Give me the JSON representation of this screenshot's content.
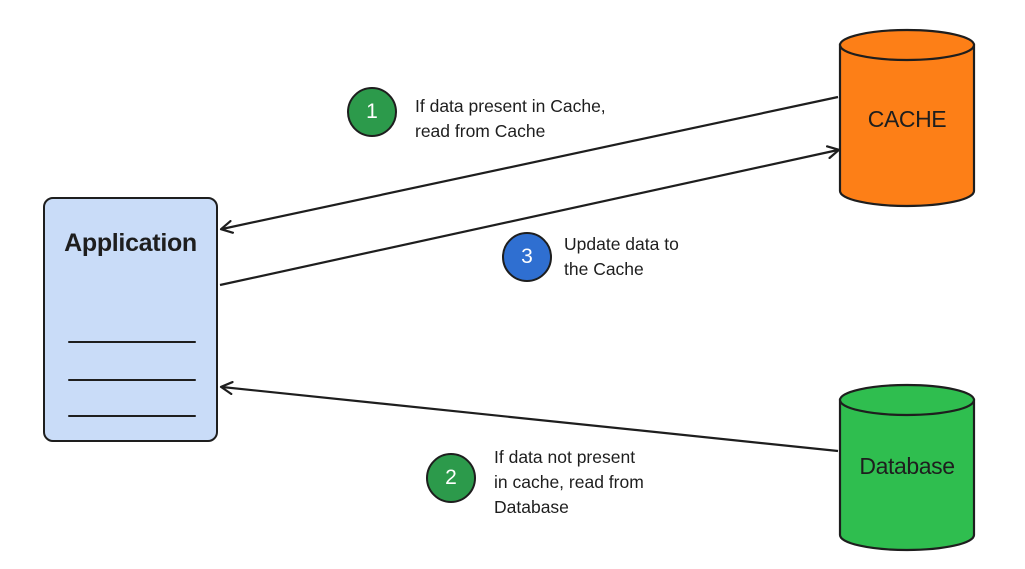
{
  "nodes": {
    "application": {
      "label": "Application",
      "fill": "#c9dcf8"
    },
    "cache": {
      "label": "CACHE",
      "fill": "#fd7f17"
    },
    "database": {
      "label": "Database",
      "fill": "#2fbe4f"
    }
  },
  "steps": [
    {
      "number": "1",
      "color": "#2c9a4b",
      "lines": [
        "If data present in Cache,",
        "read from Cache"
      ]
    },
    {
      "number": "2",
      "color": "#2c9a4b",
      "lines": [
        "If data not present",
        "in cache, read from",
        "Database"
      ]
    },
    {
      "number": "3",
      "color": "#2f6fd1",
      "lines": [
        "Update data to",
        "the Cache"
      ]
    }
  ]
}
